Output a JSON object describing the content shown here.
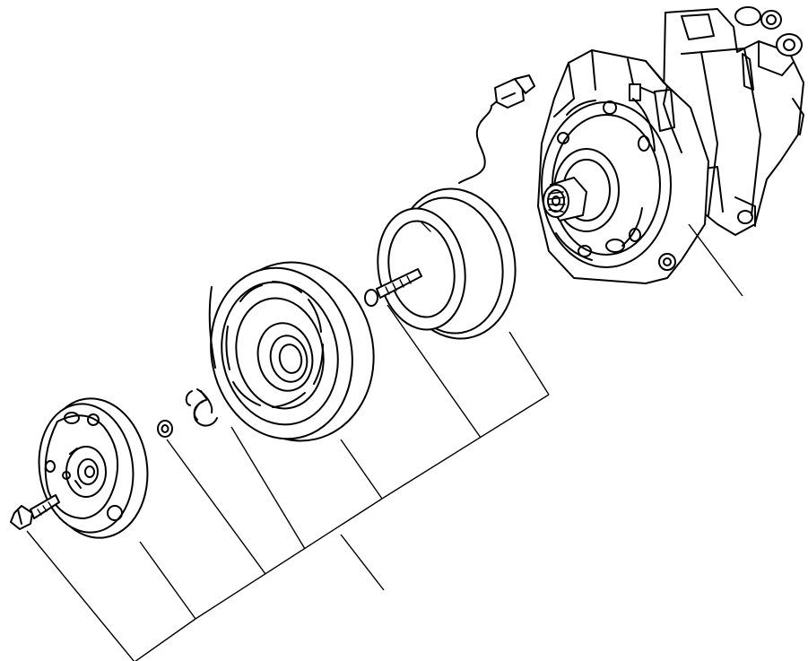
{
  "diagram": {
    "parts": [
      {
        "id": "compressor",
        "icon": "compressor-icon"
      },
      {
        "id": "field-coil",
        "icon": "coil-icon"
      },
      {
        "id": "coil-screw",
        "icon": "screw-icon"
      },
      {
        "id": "pulley",
        "icon": "pulley-icon"
      },
      {
        "id": "snap-ring",
        "icon": "snap-ring-icon"
      },
      {
        "id": "shim",
        "icon": "shim-icon"
      },
      {
        "id": "armature-plate",
        "icon": "armature-icon"
      },
      {
        "id": "center-bolt",
        "icon": "bolt-icon"
      }
    ],
    "colors": {
      "line": "#000000",
      "background": "#ffffff"
    }
  }
}
